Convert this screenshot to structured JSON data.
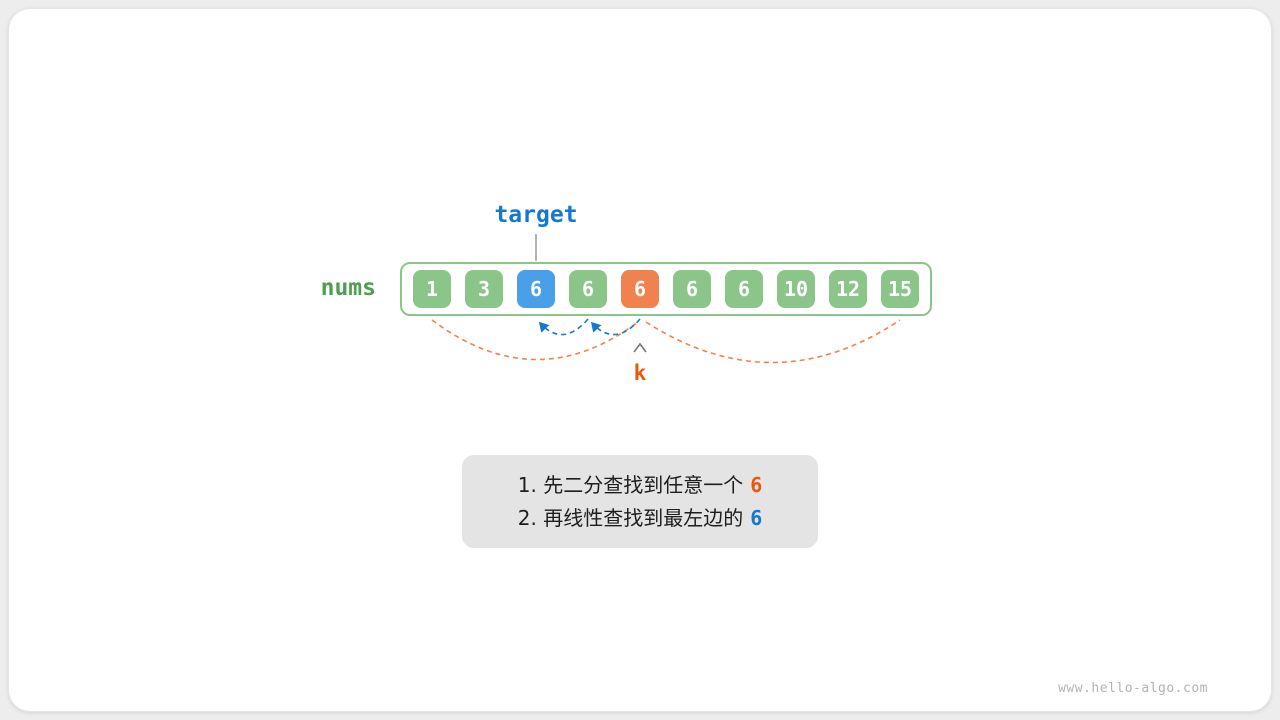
{
  "page": {
    "watermark": "www.hello-algo.com"
  },
  "diagram": {
    "target_label": "target",
    "nums_label": "nums",
    "k_label": "k",
    "cells": [
      {
        "value": "1",
        "state": "green"
      },
      {
        "value": "3",
        "state": "green"
      },
      {
        "value": "6",
        "state": "blue"
      },
      {
        "value": "6",
        "state": "green"
      },
      {
        "value": "6",
        "state": "orange"
      },
      {
        "value": "6",
        "state": "green"
      },
      {
        "value": "6",
        "state": "green"
      },
      {
        "value": "10",
        "state": "green"
      },
      {
        "value": "12",
        "state": "green"
      },
      {
        "value": "15",
        "state": "green"
      }
    ],
    "colors": {
      "green": "#8cc58a",
      "blue": "#4aa0e8",
      "orange": "#f0824f",
      "deep_green": "#4f9e4f",
      "deep_blue": "#1677d2",
      "deep_orange": "#e8590c"
    }
  },
  "note": {
    "lines": [
      {
        "text": "1. 先二分查找到任意一个",
        "highlight": "6",
        "color": "orange"
      },
      {
        "text": "2. 再线性查找到最左边的",
        "highlight": "6",
        "color": "blue"
      }
    ]
  }
}
